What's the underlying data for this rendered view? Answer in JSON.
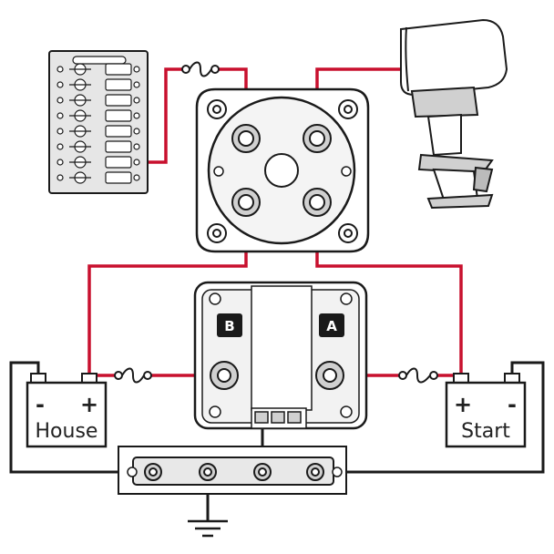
{
  "batteries": {
    "house": {
      "label": "House",
      "minus": "-",
      "plus": "+"
    },
    "start": {
      "label": "Start",
      "minus": "-",
      "plus": "+"
    }
  },
  "acr": {
    "terminal_b": "B",
    "terminal_a": "A"
  },
  "colors": {
    "positive_wire": "#c8102e",
    "negative_wire": "#1a1a1a",
    "outline": "#1a1a1a",
    "fill": "#ffffff",
    "shade": "#d9d9d9"
  }
}
